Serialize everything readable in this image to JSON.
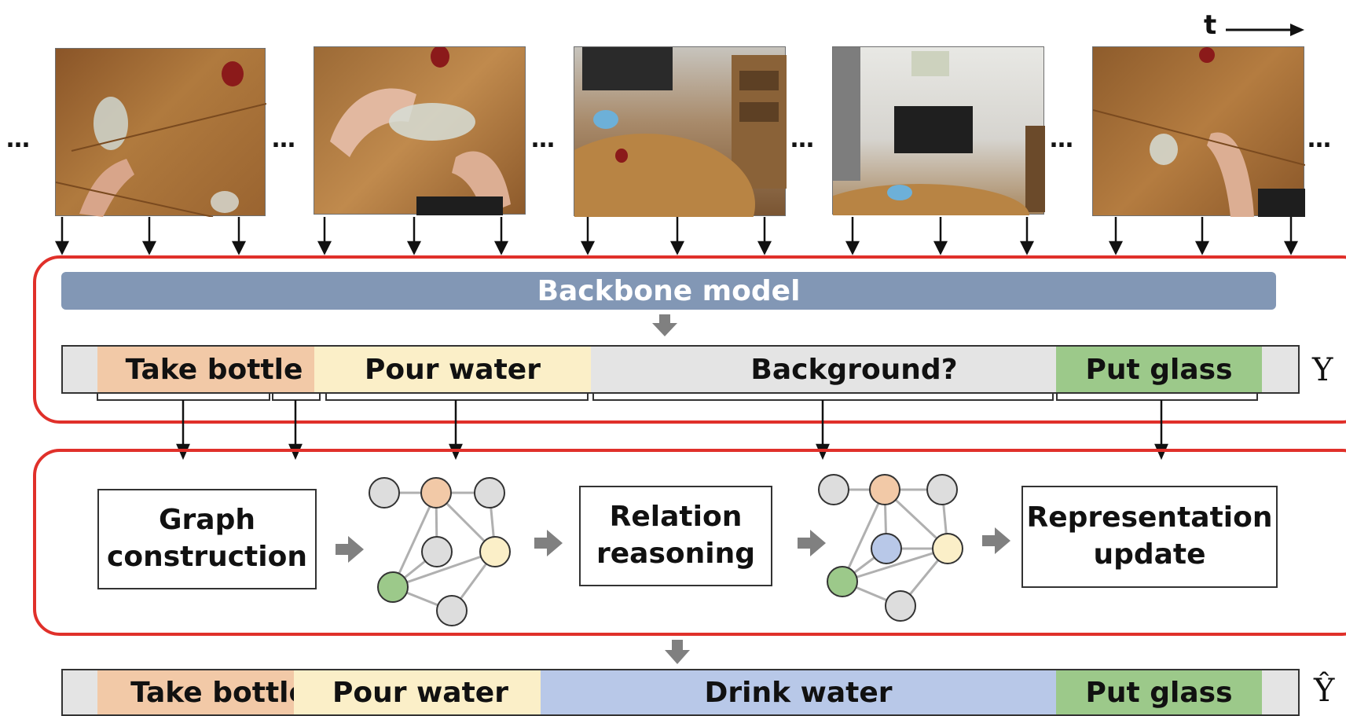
{
  "time_axis": {
    "label": "t"
  },
  "ellipsis": "…",
  "frames": [
    {
      "name": "frame-1",
      "scene": "table-top-hand-grabbing-bottle"
    },
    {
      "name": "frame-2",
      "scene": "hands-pouring-water-into-glass"
    },
    {
      "name": "frame-3",
      "scene": "room-view-with-table-and-sofa"
    },
    {
      "name": "frame-4",
      "scene": "room-view-with-sofa-and-kitchen"
    },
    {
      "name": "frame-5",
      "scene": "table-top-hand-placing-glass"
    }
  ],
  "backbone": {
    "label": "Backbone model"
  },
  "initial_segments": {
    "y_label": "Y",
    "segments": [
      {
        "label": "Take bottle",
        "color": "#f2c9a7"
      },
      {
        "label": "Pour water",
        "color": "#fbefc8"
      },
      {
        "label": "Background?",
        "color": "#e4e4e4"
      },
      {
        "label": "Put glass",
        "color": "#9cc98a"
      }
    ]
  },
  "pipeline": {
    "step1": {
      "line1": "Graph",
      "line2": "construction"
    },
    "step2": {
      "line1": "Relation",
      "line2": "reasoning"
    },
    "step3": {
      "line1": "Representation",
      "line2": "update"
    }
  },
  "graph_colors": {
    "gray": "#dddddd",
    "orange": "#f2c9a7",
    "yellow": "#fbefc8",
    "green": "#9cc98a",
    "blue": "#b8c8e8"
  },
  "refined_segments": {
    "y_label": "Ŷ",
    "segments": [
      {
        "label": "Take bottle",
        "color": "#f2c9a7"
      },
      {
        "label": "Pour water",
        "color": "#fbefc8"
      },
      {
        "label": "Drink water",
        "color": "#b8c8e8"
      },
      {
        "label": "Put glass",
        "color": "#9cc98a"
      }
    ]
  },
  "colors": {
    "panel_border": "#e0302a",
    "backbone": "#8297b5",
    "flow_arrow": "#808080"
  }
}
